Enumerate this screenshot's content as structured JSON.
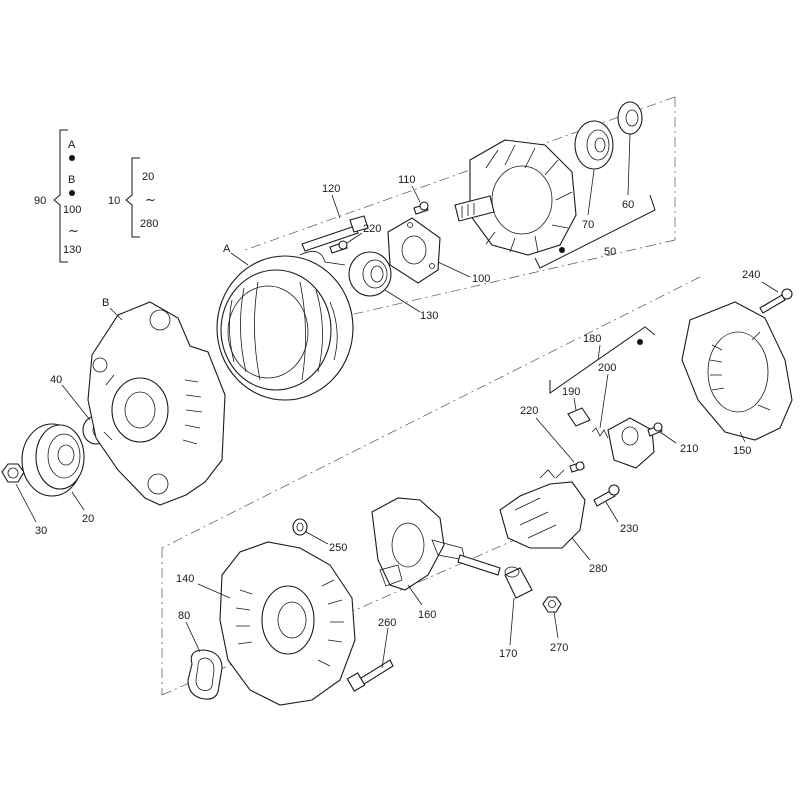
{
  "legend": {
    "group_90": "90",
    "group_a": "A",
    "group_b": "B",
    "group_100": "100",
    "group_tilde": "~",
    "group_130": "130",
    "group_10": "10",
    "group_20": "20",
    "group_tilde_b": "~",
    "group_280": "280"
  },
  "callouts": {
    "c120": "120",
    "c110": "110",
    "c220a": "220",
    "c100": "100",
    "c130": "130",
    "c70": "70",
    "c60": "60",
    "c50": "50",
    "cA": "A",
    "cB": "B",
    "c40": "40",
    "c30": "30",
    "c20": "20",
    "c240": "240",
    "c150": "150",
    "c180": "180",
    "c190": "190",
    "c200": "200",
    "c210": "210",
    "c220b": "220",
    "c230": "230",
    "c280": "280",
    "c250": "250",
    "c140": "140",
    "c80": "80",
    "c160": "160",
    "c260": "260",
    "c170": "170",
    "c270": "270"
  }
}
